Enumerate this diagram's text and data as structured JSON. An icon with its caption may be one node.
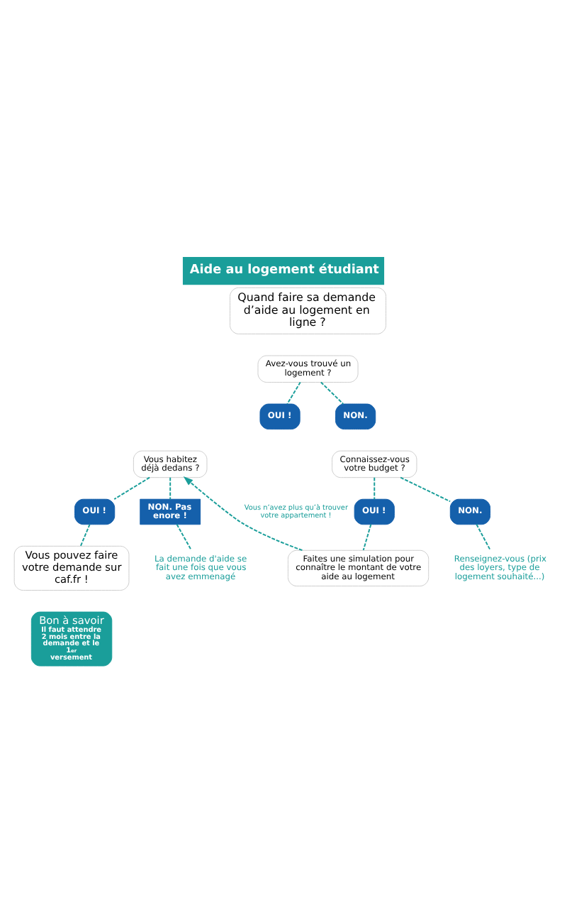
{
  "diagram": {
    "title": "Aide au logement étudiant",
    "nodes": [
      {
        "text": [
          "Avez-vous trouvé un logement ?"
        ]
      },
      {
        "text": [
          "OUI !"
        ]
      },
      {
        "text": [
          "NON."
        ]
      },
      {
        "text": [
          "Vous habitez déjà dedans ?"
        ]
      },
      {
        "text": [
          "Connaissez-vous votre budget ?"
        ]
      },
      {
        "text": [
          "OUI !"
        ]
      },
      {
        "text": [
          "NON. Pas enore !"
        ]
      },
      {
        "text": [
          "OUI !"
        ]
      },
      {
        "text": [
          "NON."
        ]
      },
      {
        "text": [
          "La demande d'aide se fait une fois que vous avez emmenagé"
        ]
      },
      {
        "text": [
          "Renseignez-vous (prix des loyers, type de logement souhaité...)"
        ]
      },
      {
        "text": [
          "Vous pouvez faire votre demande sur caf.fr !"
        ]
      },
      {
        "text": [
          "Faites une simulation pour connaître le montant de votre aide au logement"
        ]
      },
      {
        "text": [
          "Bon à savoir",
          "Il faut attendre 2 mois entre la demande et le 1$^{er}$ versement"
        ]
      }
    ],
    "edges": [
      {
        "from": 0,
        "to": 1,
        "arrow": "none",
        "style": "dashed"
      },
      {
        "from": 0,
        "to": 2,
        "arrow": "none",
        "style": "dashed"
      },
      {
        "from": 3,
        "to": 5,
        "arrow": "none",
        "style": "dashed"
      },
      {
        "from": 3,
        "to": 6,
        "arrow": "none",
        "style": "dashed"
      },
      {
        "from": 4,
        "to": 7,
        "arrow": "none",
        "style": "dashed"
      },
      {
        "from": 4,
        "to": 8,
        "arrow": "none",
        "style": "dashed"
      },
      {
        "from": 5,
        "to": 11,
        "arrow": "none",
        "style": "dashed"
      },
      {
        "from": 6,
        "to": 9,
        "arrow": "none",
        "style": "dashed"
      },
      {
        "from": 7,
        "to": 12,
        "arrow": "none",
        "style": "dashed"
      },
      {
        "from": 8,
        "to": 10,
        "arrow": "none",
        "style": "dashed"
      },
      {
        "from": 12,
        "to": 3,
        "arrow": "to",
        "style": "dashed",
        "label": "Vous n’avez plus qu’à trouver votre appartement !"
      }
    ],
    "labels": [
      "Quand faire sa demande d’aide au logement en ligne ?"
    ]
  }
}
